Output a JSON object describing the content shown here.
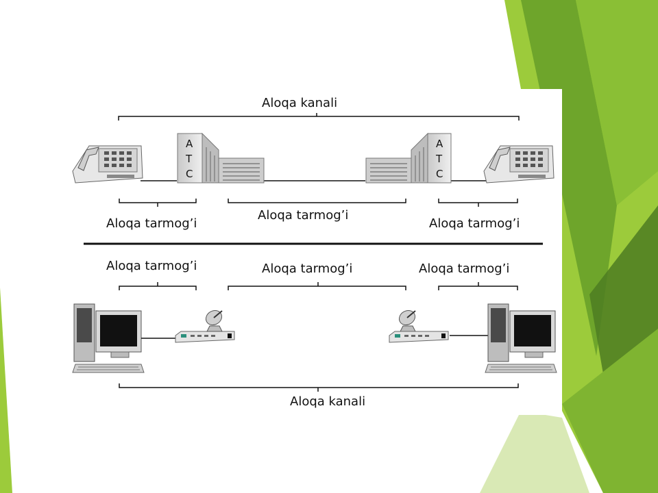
{
  "colors": {
    "accent_light": "#9ccb3b",
    "accent_mid": "#6ea52b",
    "accent_dark": "#4e7d22",
    "line": "#111111"
  },
  "top": {
    "channel_label": "Aloqa kanali",
    "left_network_label": "Aloqa tarmog’i",
    "middle_network_label": "Aloqa tarmog’i",
    "right_network_label": "Aloqa tarmog’i",
    "left_exchange_letters": [
      "A",
      "T",
      "C"
    ],
    "right_exchange_letters": [
      "A",
      "T",
      "C"
    ]
  },
  "bottom": {
    "left_network_label": "Aloqa tarmog’i",
    "middle_network_label": "Aloqa tarmog’i",
    "right_network_label": "Aloqa tarmog’i",
    "channel_label": "Aloqa kanali"
  },
  "icons": [
    "telephone-icon",
    "exchange-station-icon",
    "computer-icon",
    "modem-icon",
    "satellite-dish-icon"
  ]
}
